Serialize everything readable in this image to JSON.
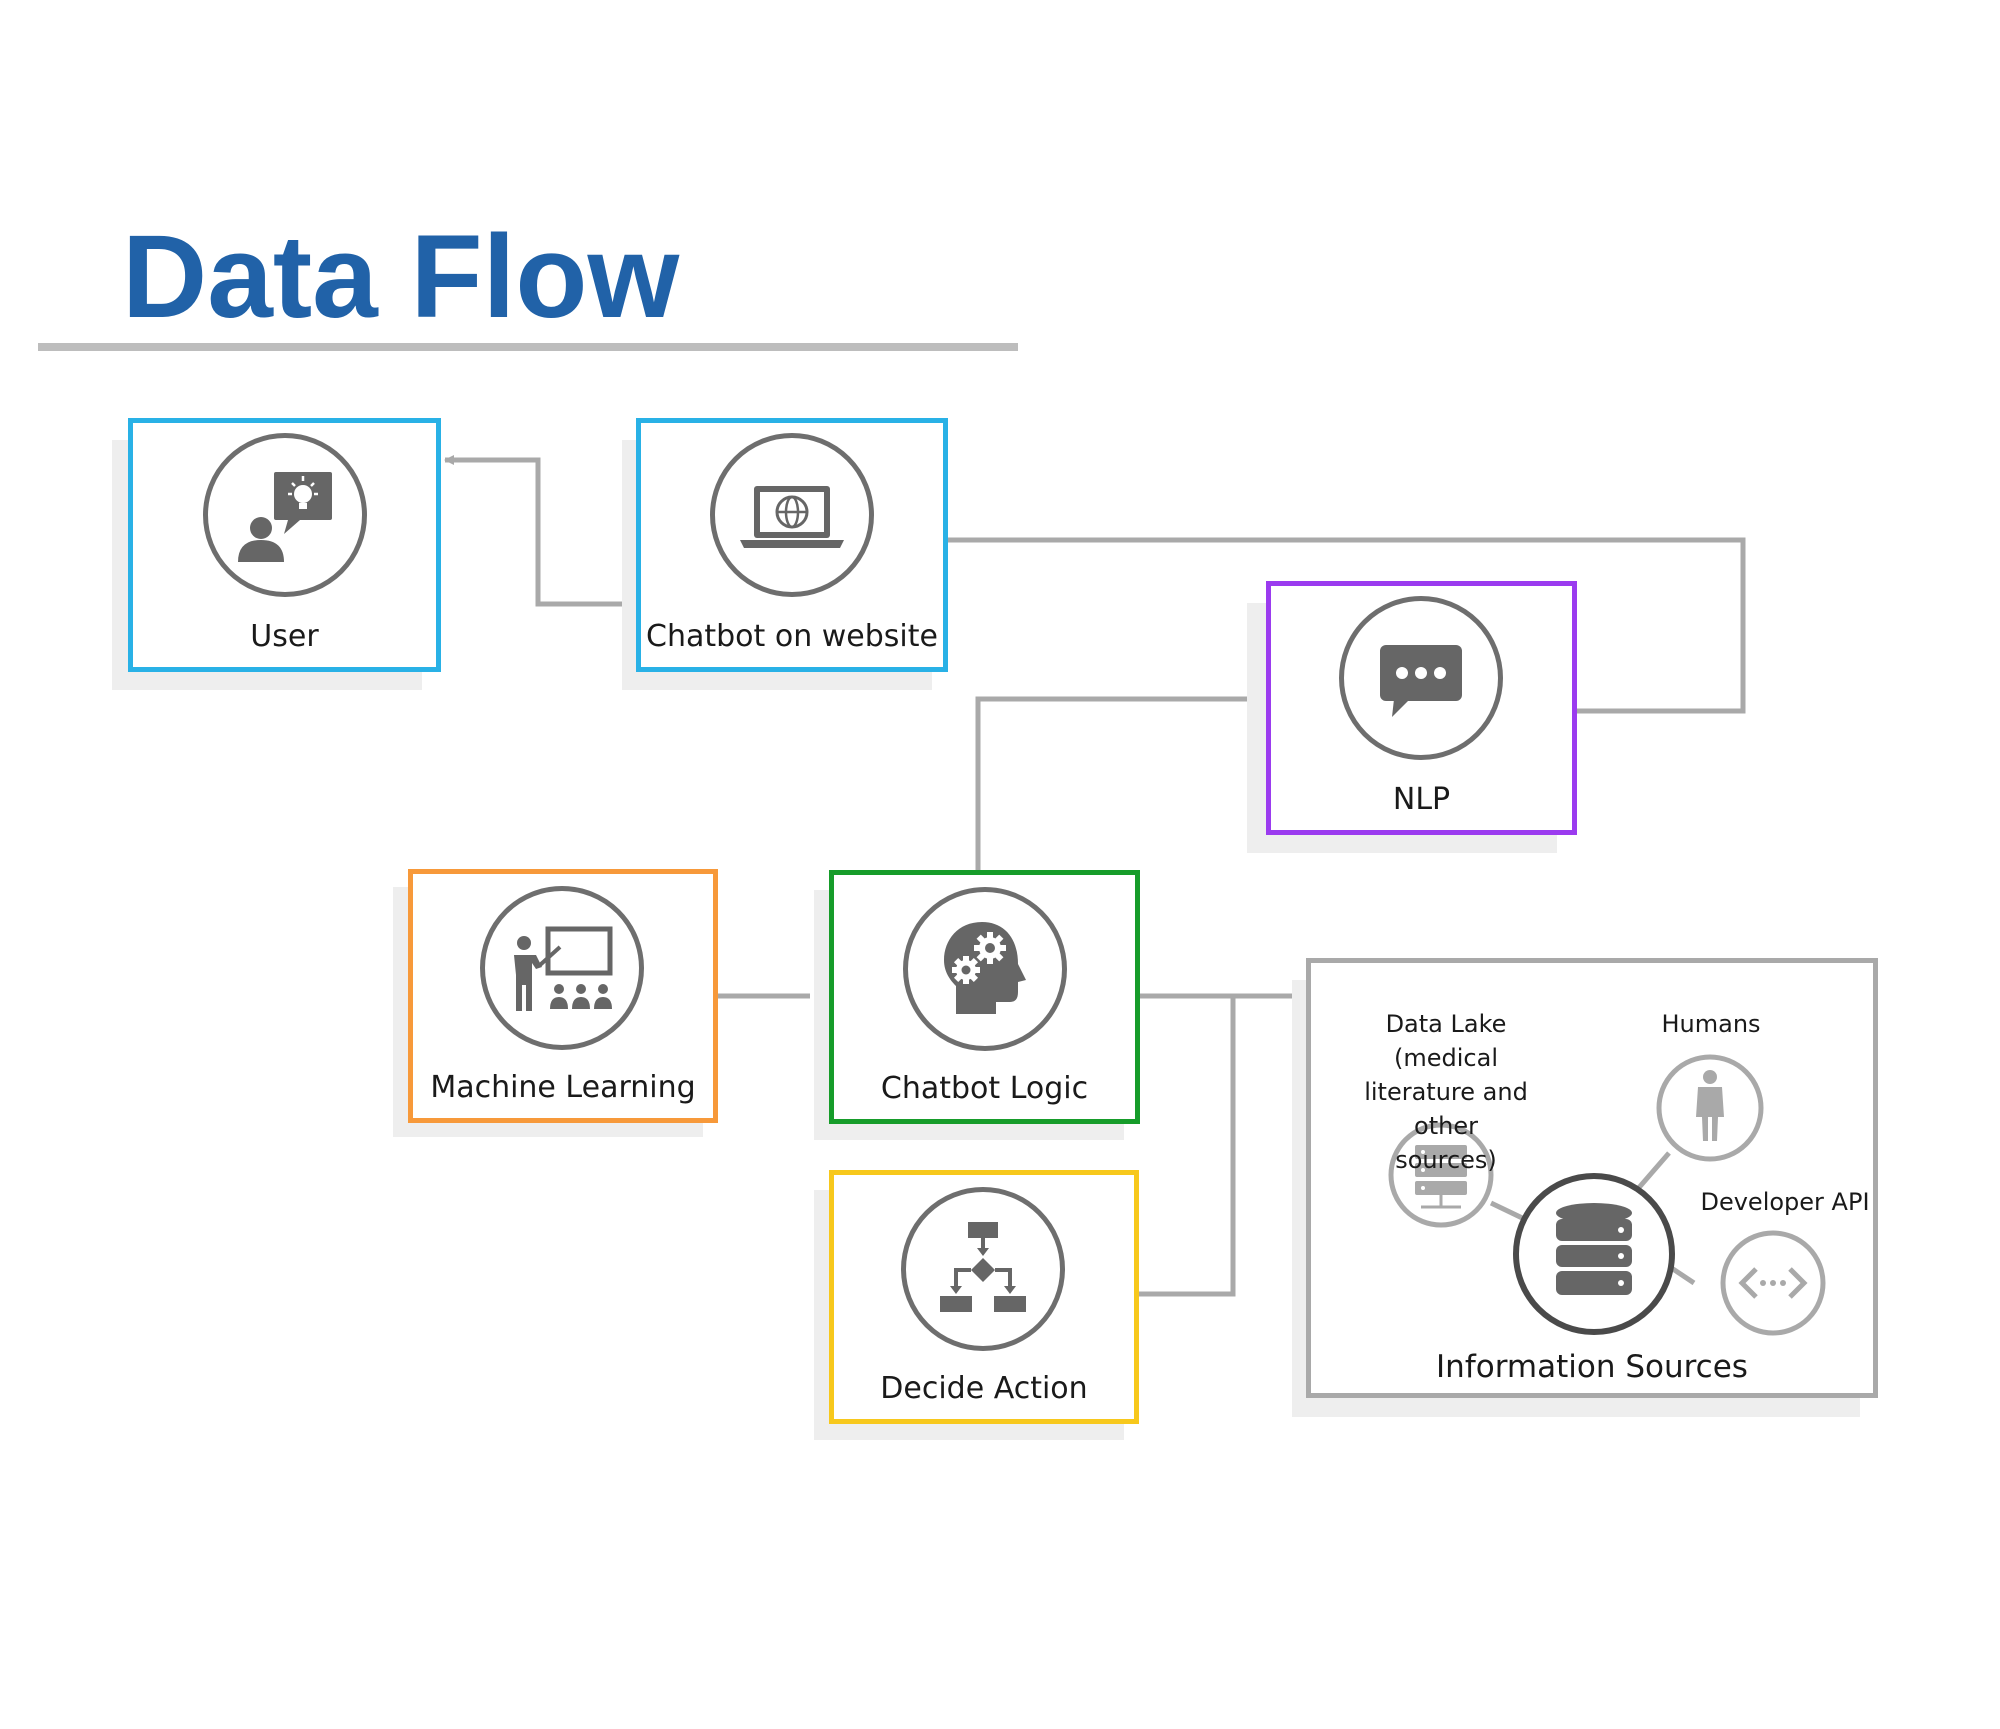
{
  "title": "Data Flow",
  "colors": {
    "title": "#2162a8",
    "user_border": "#29b1e6",
    "chatbot_border": "#29b1e6",
    "nlp_border": "#9b3bef",
    "ml_border": "#f7993a",
    "logic_border": "#169c2a",
    "decide_border": "#f7c81c",
    "info_border": "#a9a9a9",
    "connector": "#a9a9a9",
    "icon": "#666666"
  },
  "nodes": {
    "user": {
      "label": "User",
      "icon": "person-idea-icon"
    },
    "chatbot": {
      "label": "Chatbot on website",
      "icon": "laptop-globe-icon"
    },
    "nlp": {
      "label": "NLP",
      "icon": "chat-bubble-icon"
    },
    "ml": {
      "label": "Machine Learning",
      "icon": "teacher-presentation-icon"
    },
    "logic": {
      "label": "Chatbot Logic",
      "icon": "head-gears-icon"
    },
    "decide": {
      "label": "Decide Action",
      "icon": "flowchart-icon"
    }
  },
  "info": {
    "title": "Information Sources",
    "data_lake_lines": [
      "Data Lake (medical",
      "literature and other",
      "sources)"
    ],
    "humans": "Humans",
    "developer_api": "Developer API",
    "icons": [
      "database-icon",
      "server-icon",
      "human-icon",
      "api-icon"
    ]
  }
}
